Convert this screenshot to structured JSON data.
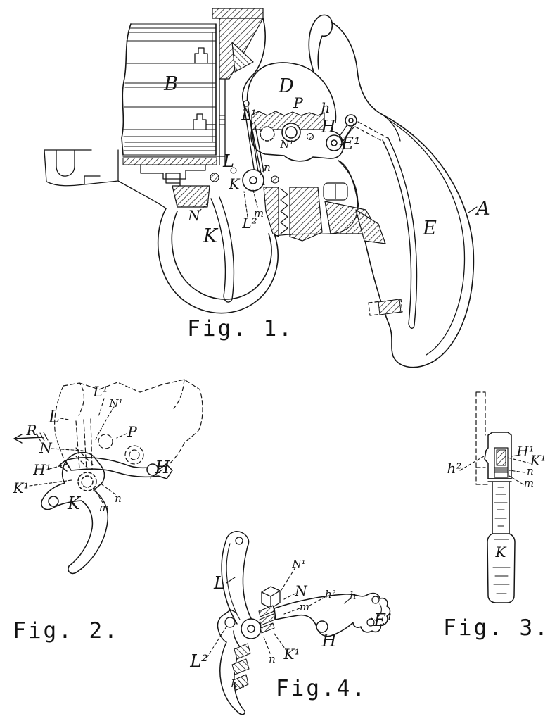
{
  "sheet": {
    "background": "#ffffff",
    "ink": "#151515"
  },
  "figures": {
    "fig1": {
      "caption": "Fig. 1.",
      "labels": {
        "B": "B",
        "D": "D",
        "P": "P",
        "h": "h",
        "H": "H",
        "E1": "E¹",
        "L1": "L¹",
        "N1": "N¹",
        "L": "L",
        "n": "n",
        "K_small": "K",
        "N": "N",
        "m": "m",
        "L2": "L²",
        "K_large": "K",
        "E": "E",
        "A": "A"
      }
    },
    "fig2": {
      "caption": "Fig. 2.",
      "labels": {
        "L1": "L¹",
        "N1": "N¹",
        "L": "L",
        "R": "R",
        "P": "P",
        "N": "N",
        "H1": "H¹",
        "K1": "K¹",
        "K": "K",
        "m": "m",
        "n": "n",
        "H": "H"
      }
    },
    "fig3": {
      "caption": "Fig. 3.",
      "labels": {
        "h2": "h²",
        "H1": "H¹",
        "K1": "K¹",
        "n": "n",
        "m": "m",
        "K": "K"
      }
    },
    "fig4": {
      "caption": "Fig.4.",
      "labels": {
        "N1": "N¹",
        "L": "L",
        "N": "N",
        "h2": "h²",
        "h": "h",
        "m": "m",
        "E1": "E¹",
        "H": "H",
        "L2": "L²",
        "n": "n",
        "K1": "K¹",
        "k": "k"
      }
    }
  }
}
